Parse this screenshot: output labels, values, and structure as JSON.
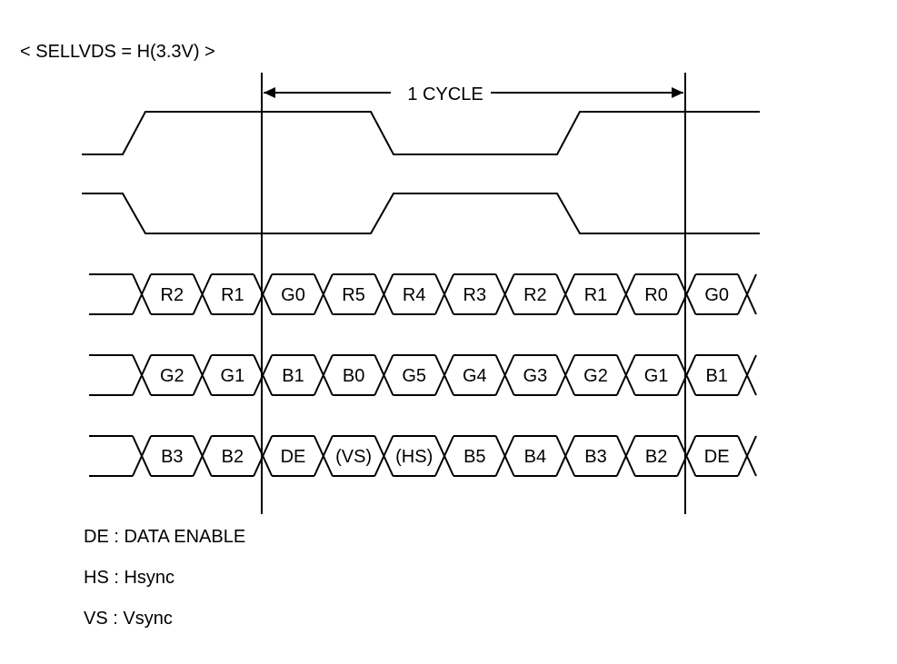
{
  "title": "< SELLVDS = H(3.3V) >",
  "cycle_label": "1 CYCLE",
  "lanes": [
    [
      "R2",
      "R1",
      "G0",
      "R5",
      "R4",
      "R3",
      "R2",
      "R1",
      "R0",
      "G0"
    ],
    [
      "G2",
      "G1",
      "B1",
      "B0",
      "G5",
      "G4",
      "G3",
      "G2",
      "G1",
      "B1"
    ],
    [
      "B3",
      "B2",
      "DE",
      "(VS)",
      "(HS)",
      "B5",
      "B4",
      "B3",
      "B2",
      "DE"
    ]
  ],
  "legend": [
    {
      "label": "DE : DATA ENABLE"
    },
    {
      "label": "HS : Hsync"
    },
    {
      "label": "VS : Vsync"
    }
  ]
}
